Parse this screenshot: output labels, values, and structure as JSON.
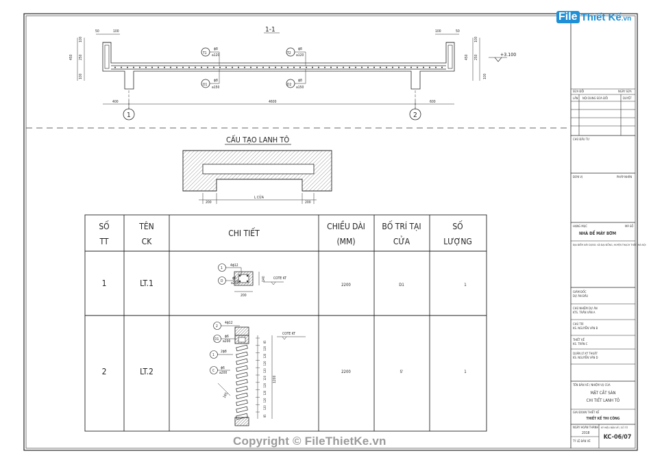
{
  "logo": {
    "prefix": "File",
    "name": "Thiết Kế",
    "suffix": ".vn"
  },
  "section": {
    "title": "1-1",
    "dims_top_left": [
      "50",
      "100"
    ],
    "dims_top_right": [
      "100",
      "50"
    ],
    "dims_side_left": [
      "100",
      "250",
      "450",
      "100"
    ],
    "dims_side_right": [
      "100",
      "250",
      "450",
      "100"
    ],
    "level": "+3.100",
    "rebar_top_left": {
      "mark": "T1",
      "bar": "ɸ8",
      "spacing": "a120"
    },
    "rebar_top_right": {
      "mark": "T2",
      "bar": "ɸ8",
      "spacing": "a120"
    },
    "rebar_bot_left": {
      "mark": "D1",
      "bar": "ɸ8",
      "spacing": "a150"
    },
    "rebar_bot_right": {
      "mark": "D2",
      "bar": "ɸ8",
      "spacing": "a150"
    },
    "dims_bottom": [
      "400",
      "4600",
      "600"
    ],
    "axis_left": "1",
    "axis_right": "2"
  },
  "lintel": {
    "title": "CẤU TẠO LANH TÔ",
    "dims": [
      "200",
      "L CỬA",
      "200"
    ]
  },
  "table": {
    "headers": [
      "SỐ\nTT",
      "TÊN\nCK",
      "CHI TIẾT",
      "CHIỀU DÀI\n(MM)",
      "BỐ TRÍ TẠI\nCỬA",
      "SỐ\nLƯỢNG"
    ],
    "rows": [
      {
        "no": "1",
        "name": "LT.1",
        "length": "2200",
        "location": "D1",
        "qty": "1",
        "detail": {
          "top_mark": "1",
          "top_bar": "4ɸ12",
          "stir_mark": "D",
          "stir_bar": "ɸ6",
          "stir_spacing": "a200",
          "height": "140",
          "width": "200",
          "cote": "COTE  KT"
        }
      },
      {
        "no": "2",
        "name": "LT.2",
        "length": "2200",
        "location": "S'",
        "qty": "1",
        "detail": {
          "mark2": "2",
          "bar2": "4ɸ12",
          "mark_d1": "D1",
          "bar_d1": "ɸ6",
          "sp_d1": "a200",
          "mark1": "1",
          "bar1": "2ɸ8",
          "mark_c": "C",
          "bar_c": "ɸ6",
          "sp_c": "a200",
          "cote": "COTE  KT",
          "height": "1200",
          "small_dims": [
            "85",
            "120",
            "120",
            "120",
            "120",
            "120",
            "120",
            "120",
            "120",
            "120",
            "85"
          ],
          "diag_dim": "165"
        }
      }
    ]
  },
  "titleblock": {
    "revision_hdr": [
      "LẦN",
      "NỘI DUNG SỬA ĐỔI",
      "DUYỆT"
    ],
    "revision_label": "SỬA ĐỔI",
    "revision_label2": "NGÀY SỬA",
    "owner_label": "CHỦ ĐẦU TƯ",
    "unit_label": "ĐƠN VỊ",
    "unit_label2": "PHÁP NHÂN",
    "project_label": "HẠNG MỤC",
    "project_label2": "MÃ SỐ",
    "project_name": "NHÀ ĐỂ MÁY BƠM",
    "address_line": "ĐỊA ĐIỂM XÂY DỰNG: XÃ ĐẠI ĐỒNG, HUYỆN THẠCH THẤT, HÀ NỘI",
    "roles": [
      {
        "a": "GIÁM ĐỐC",
        "b": "DỰ ÁN ĐẦU"
      },
      {
        "a": "CHỦ NHIỆM DỰ ÁN",
        "b": "KTS. TRẦN VĂN A"
      },
      {
        "a": "CHỦ TRÌ",
        "b": "KS. NGUYỄN VĂN B"
      },
      {
        "a": "THIẾT KẾ",
        "b": "KS. TRẦN C"
      },
      {
        "a": "QUẢN LÝ KỸ THUẬT",
        "b": "KS. NGUYỄN VĂN D"
      }
    ],
    "drawing_name_label": "TÊN BẢN VẼ / NHIỆM VỤ CỦA",
    "drawing_name_1": "MẶT CẮT SÀN",
    "drawing_name_2": "CHI TIẾT LANH TÔ",
    "phase_label": "GIAI ĐOẠN THIẾT KẾ",
    "phase": "THIẾT KẾ THI CÔNG",
    "date_label": "NGÀY HOÀN THÀNH",
    "date": "2018",
    "scale_label": "TỶ LỆ BẢN VẼ",
    "drawing_no_label": "KÝ HIỆU BẢN VẼ / SỐ TỜ",
    "drawing_no": "KC-06/07"
  },
  "copyright": "Copyright © FileThietKe.vn"
}
